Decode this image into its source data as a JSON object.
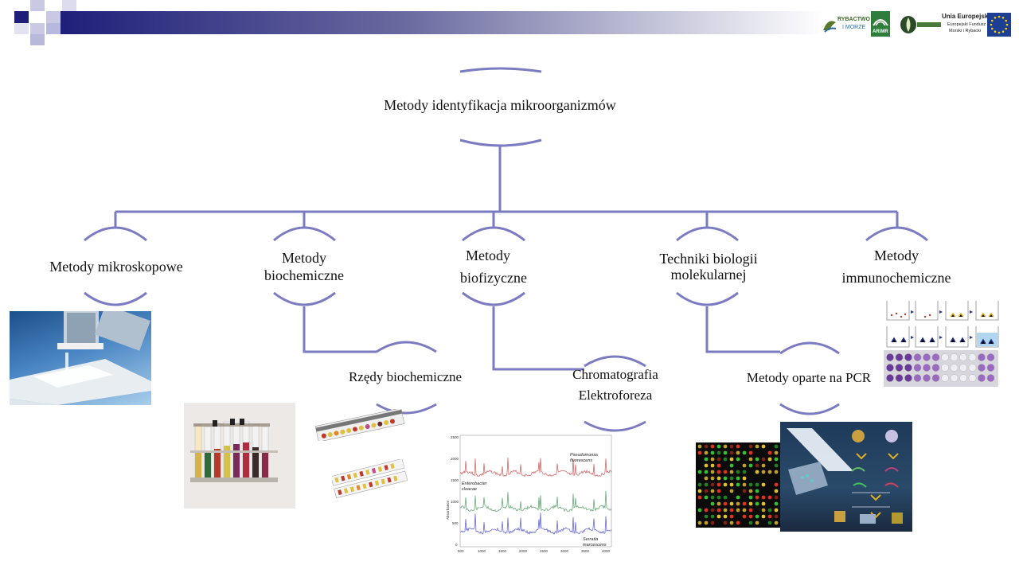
{
  "colors": {
    "connector": "#7b7bc2",
    "header_dark": "#1f1f7a",
    "header_light": "#e8e8f2"
  },
  "header": {
    "logo_rybactwo_line1": "RYBACTWO",
    "logo_rybactwo_line2": "I MORZE",
    "logo_arimr": "ARiMR",
    "logo_eu_title": "Unia Europejska",
    "logo_eu_sub1": "Europejski Fundusz",
    "logo_eu_sub2": "Morski i Rybacki"
  },
  "diagram": {
    "root": "Metody identyfikacja mikroorganizmów",
    "branches": [
      {
        "label": "Metody mikroskopowe"
      },
      {
        "label_line1": "Metody",
        "label_line2": "biochemiczne"
      },
      {
        "label_line1": "Metody",
        "label_line2": "biofizyczne"
      },
      {
        "label_line1": "Techniki biologii",
        "label_line2": "molekularnej"
      },
      {
        "label_line1": "Metody",
        "label_line2": "immunochemiczne"
      }
    ],
    "sub_biochem": "Rzędy biochemiczne",
    "sub_biofiz_line1": "Chromatografia",
    "sub_biofiz_line2": "Elektroforeza",
    "sub_molec": "Metody oparte na PCR"
  },
  "spectrum": {
    "series_labels": [
      "Pseudomonas",
      "fluorescens",
      "Enterobacter",
      "cloacae",
      "Serratia",
      "marcescens"
    ],
    "y_ticks": [
      "2500",
      "2000",
      "1500",
      "1000",
      "500",
      "0"
    ],
    "x_ticks": [
      "500",
      "1000",
      "1500",
      "2000",
      "2500",
      "3000",
      "3500",
      "4000"
    ],
    "y_title": "Absorbance"
  }
}
